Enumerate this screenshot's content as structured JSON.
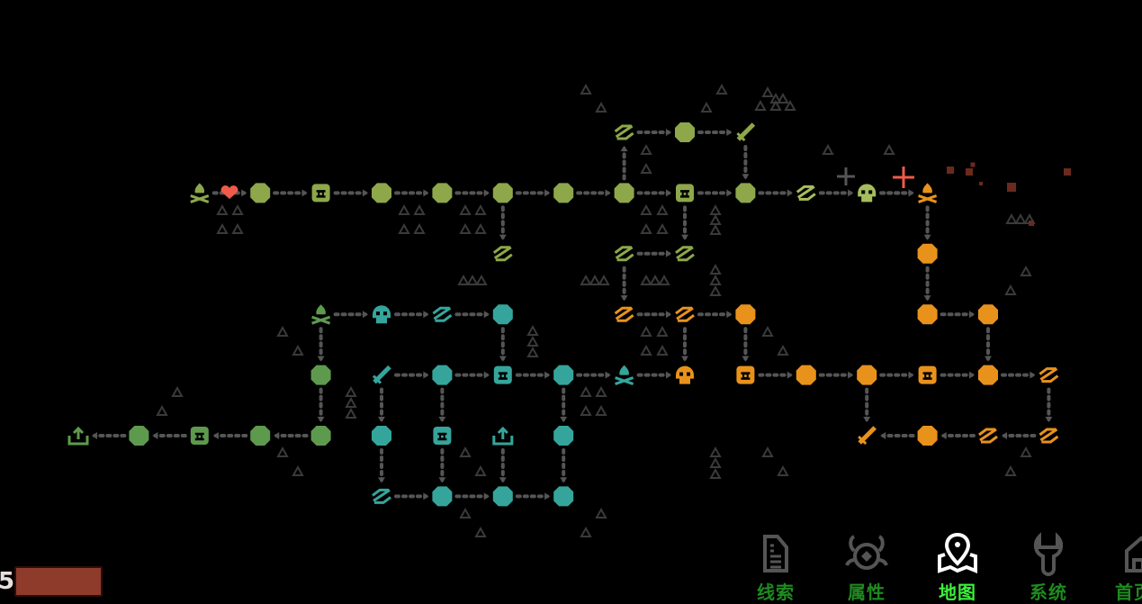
{
  "player": {
    "hp_value": "5",
    "hp_fill_fraction": 1.0
  },
  "nav": {
    "items": [
      {
        "label": "线索",
        "icon": "document-icon",
        "active": false
      },
      {
        "label": "属性",
        "icon": "creature-icon",
        "active": false
      },
      {
        "label": "地图",
        "icon": "map-pin-icon",
        "active": true
      },
      {
        "label": "系统",
        "icon": "wrench-icon",
        "active": false
      },
      {
        "label": "首页",
        "icon": "home-icon",
        "active": false
      }
    ]
  },
  "colors": {
    "olive": "#8da74a",
    "olive_light": "#a6bd5c",
    "green": "#5e9a4e",
    "teal": "#35a59c",
    "orange": "#e8921c",
    "heart": "#f05a4a",
    "edge": "#555555",
    "triangle": "#3a3a3a",
    "nav_inactive": "#1f8a1f",
    "nav_active": "#3cf03c"
  }
}
